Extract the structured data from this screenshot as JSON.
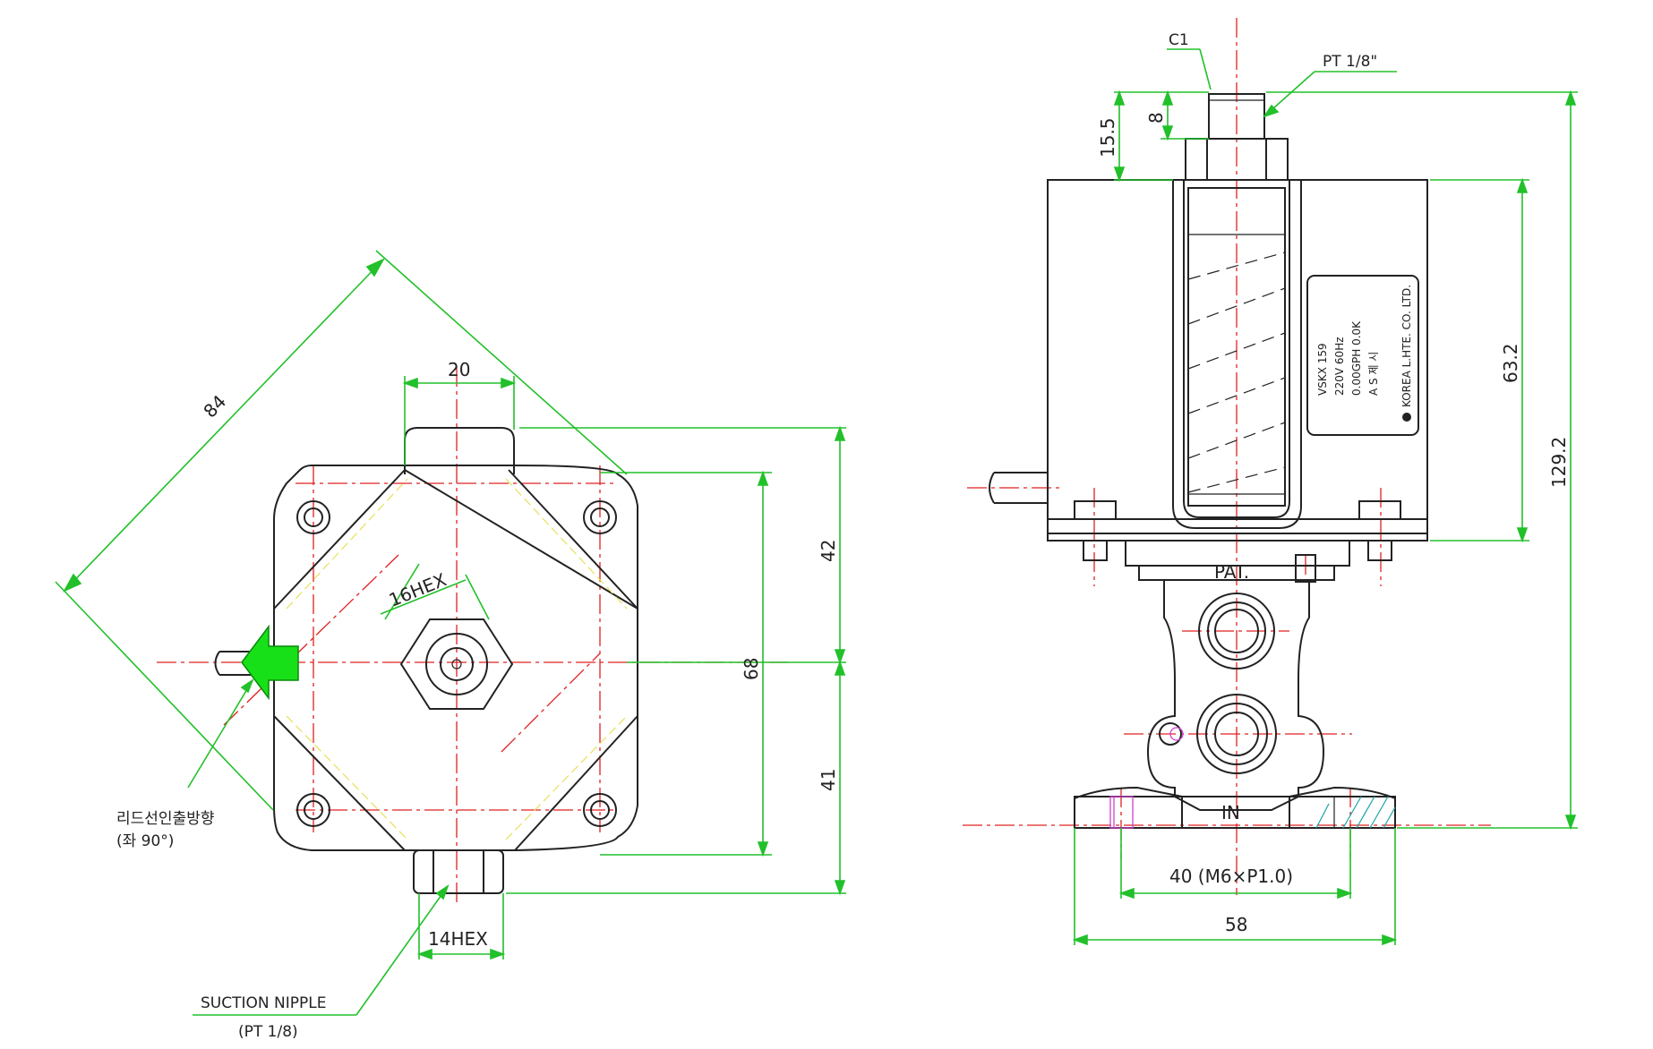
{
  "front_view": {
    "diag_dim": "84",
    "top_width_dim": "20",
    "upper_height_dim": "42",
    "overall_height_dim": "68",
    "lower_height_dim": "41",
    "center_hex_label": "16HEX",
    "nipple_hex_label": "14HEX",
    "lead_note_line1": "리드선인출방향",
    "lead_note_line2": "(좌 90°)",
    "suction_label_line1": "SUCTION NIPPLE",
    "suction_label_line2": "(PT 1/8)"
  },
  "side_view": {
    "chamfer_label": "C1",
    "thread_label": "PT 1/8\"",
    "dim_8": "8",
    "dim_15_5": "15.5",
    "dim_63_2": "63.2",
    "dim_129_2": "129.2",
    "pat_label": "PAT.",
    "in_label": "IN",
    "mount_dim": "40 (M6×P1.0)",
    "base_width_dim": "58",
    "nameplate_lines": [
      "VSKX 159",
      "220V  60Hz",
      "0.00GPH  0.0K",
      "A  S  제 시",
      "KOREA L.HTE. CO. LTD."
    ]
  },
  "colors": {
    "dimension": "#22c02a",
    "centerline": "#e02020",
    "object": "#222222",
    "arrow": "#18e018",
    "hidden": "#e8e05a"
  }
}
